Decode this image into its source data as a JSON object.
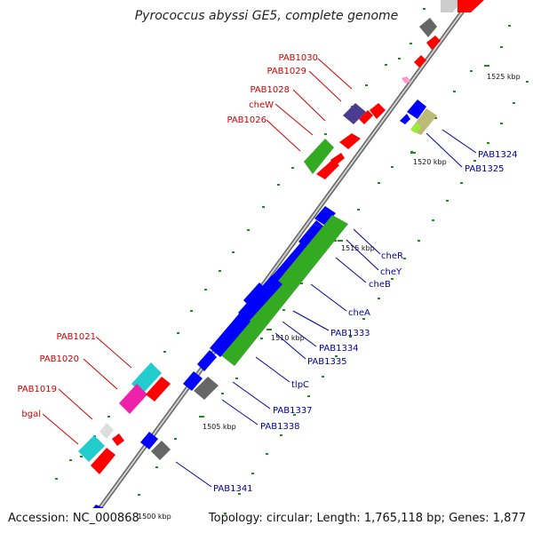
{
  "title": "Pyrococcus abyssi GE5, complete genome",
  "footer": {
    "accession": "Accession: NC_000868",
    "summary": "Topology: circular; Length: 1,765,118 bp; Genes: 1,877"
  },
  "ticks": [
    "1500 kbp",
    "1505 kbp",
    "1510 kbp",
    "1515 kbp",
    "1520 kbp",
    "1525 kbp"
  ],
  "labels_red": [
    "PAB1030",
    "PAB1029",
    "PAB1028",
    "cheW",
    "PAB1026",
    "PAB1021",
    "PAB1020",
    "PAB1019",
    "bgal"
  ],
  "labels_blue": [
    "PAB1324",
    "PAB1325",
    "cheR",
    "cheY",
    "cheB",
    "cheA",
    "PAB1333",
    "PAB1334",
    "PAB1335",
    "tlpC",
    "PAB1337",
    "PAB1338",
    "PAB1341"
  ],
  "colors": {
    "forward": "#ff0000",
    "reverse": "#0000ff",
    "green": "#33aa22",
    "cyan": "#22cccc",
    "magenta": "#ee22aa",
    "gray": "#777777",
    "backbone": "#888888",
    "label_red": "#cc0000",
    "label_blue": "#000099",
    "dot": "#228822"
  }
}
